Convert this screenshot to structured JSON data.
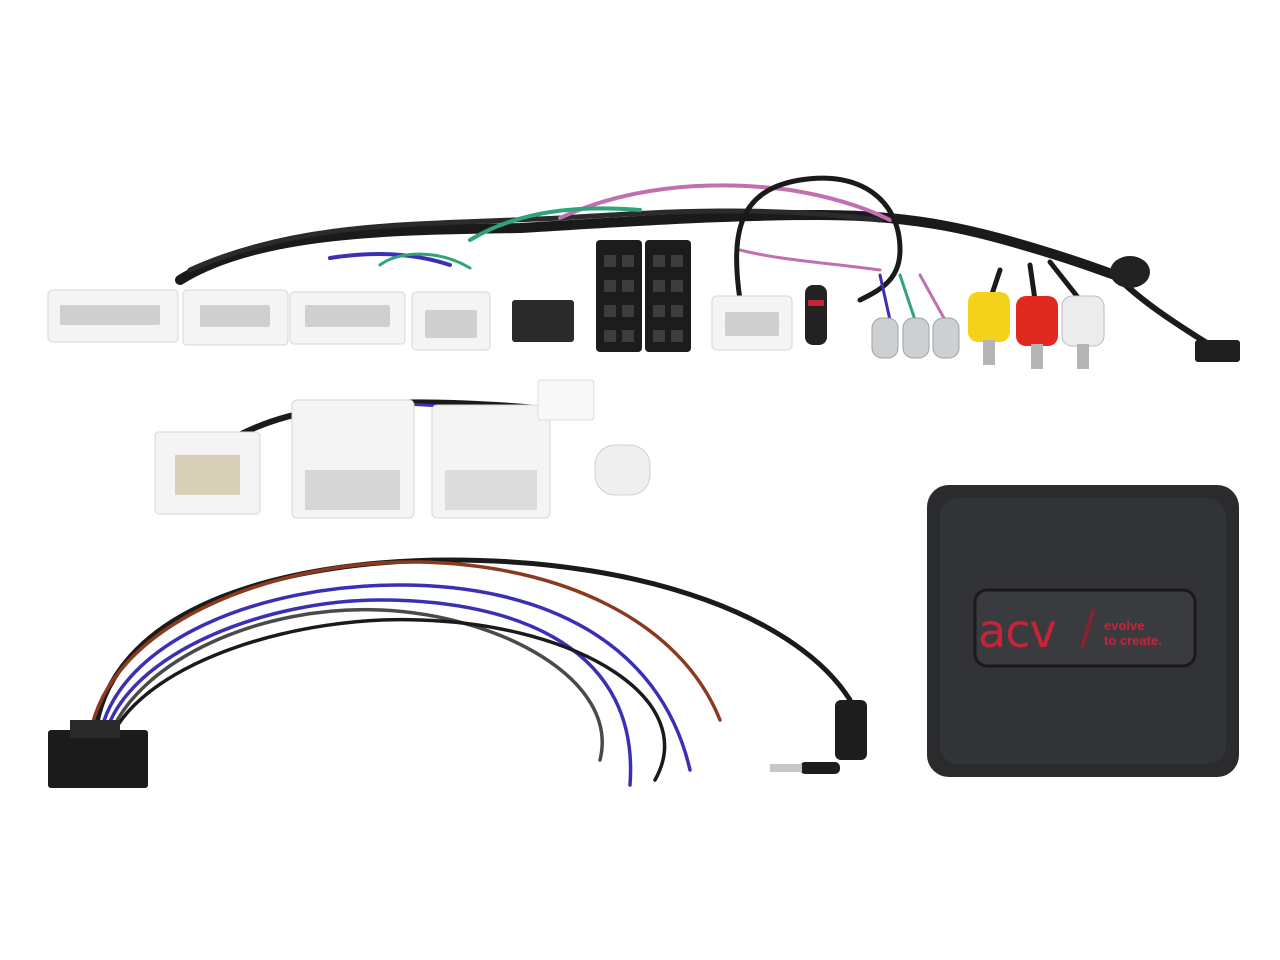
{
  "product": {
    "description": "Steering wheel control interface kit with wiring harnesses and control module",
    "module": {
      "brand": "acv",
      "tagline_line1": "evolve",
      "tagline_line2": "to create.",
      "brand_color": "#c8233a",
      "housing_color": "#2a2b2d"
    },
    "components": [
      "main-wiring-harness",
      "iso-connectors",
      "rca-plugs-yellow-red-white",
      "secondary-harness",
      "radio-lead-with-3.5mm-jack",
      "control-module"
    ],
    "rca_colors": {
      "video": "#f2d21b",
      "audio_right": "#e02a1f",
      "audio_left": "#e8e8e8"
    },
    "wire_colors": [
      "#1a1a1a",
      "#3a2fb5",
      "#8b3a1e",
      "#4a4a4a",
      "#2fa37a",
      "#c070b0",
      "#c0c0c0"
    ]
  }
}
